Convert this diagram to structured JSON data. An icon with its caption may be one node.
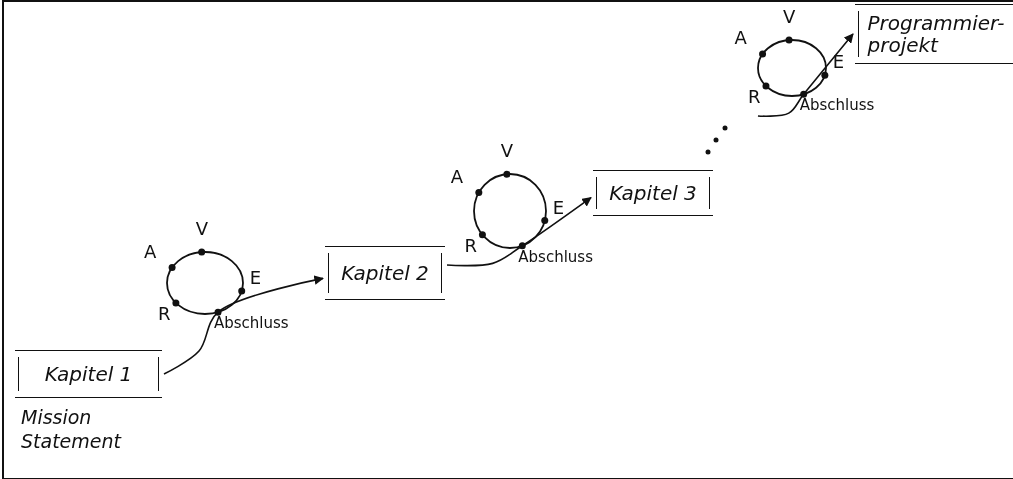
{
  "diagram": {
    "nodes": [
      {
        "text": [
          "Kapitel 1"
        ],
        "beside": [
          "Mission Statement"
        ]
      },
      {
        "text": [
          "Kapitel 2"
        ]
      },
      {
        "text": [
          "Kapitel 3"
        ]
      },
      {
        "text": [
          "Programmier- projekt"
        ]
      }
    ],
    "edges": [
      {
        "from": 0,
        "to": 1,
        "arrow": "to"
      },
      {
        "from": 1,
        "to": 2,
        "arrow": "to"
      },
      {
        "from": null,
        "to": 3,
        "arrow": "to"
      }
    ],
    "labels": [
      "V",
      "A",
      "E",
      "R",
      "Abschluss",
      "V",
      "A",
      "E",
      "R",
      "Abschluss",
      "V",
      "A",
      "E",
      "R",
      "Abschluss"
    ]
  }
}
